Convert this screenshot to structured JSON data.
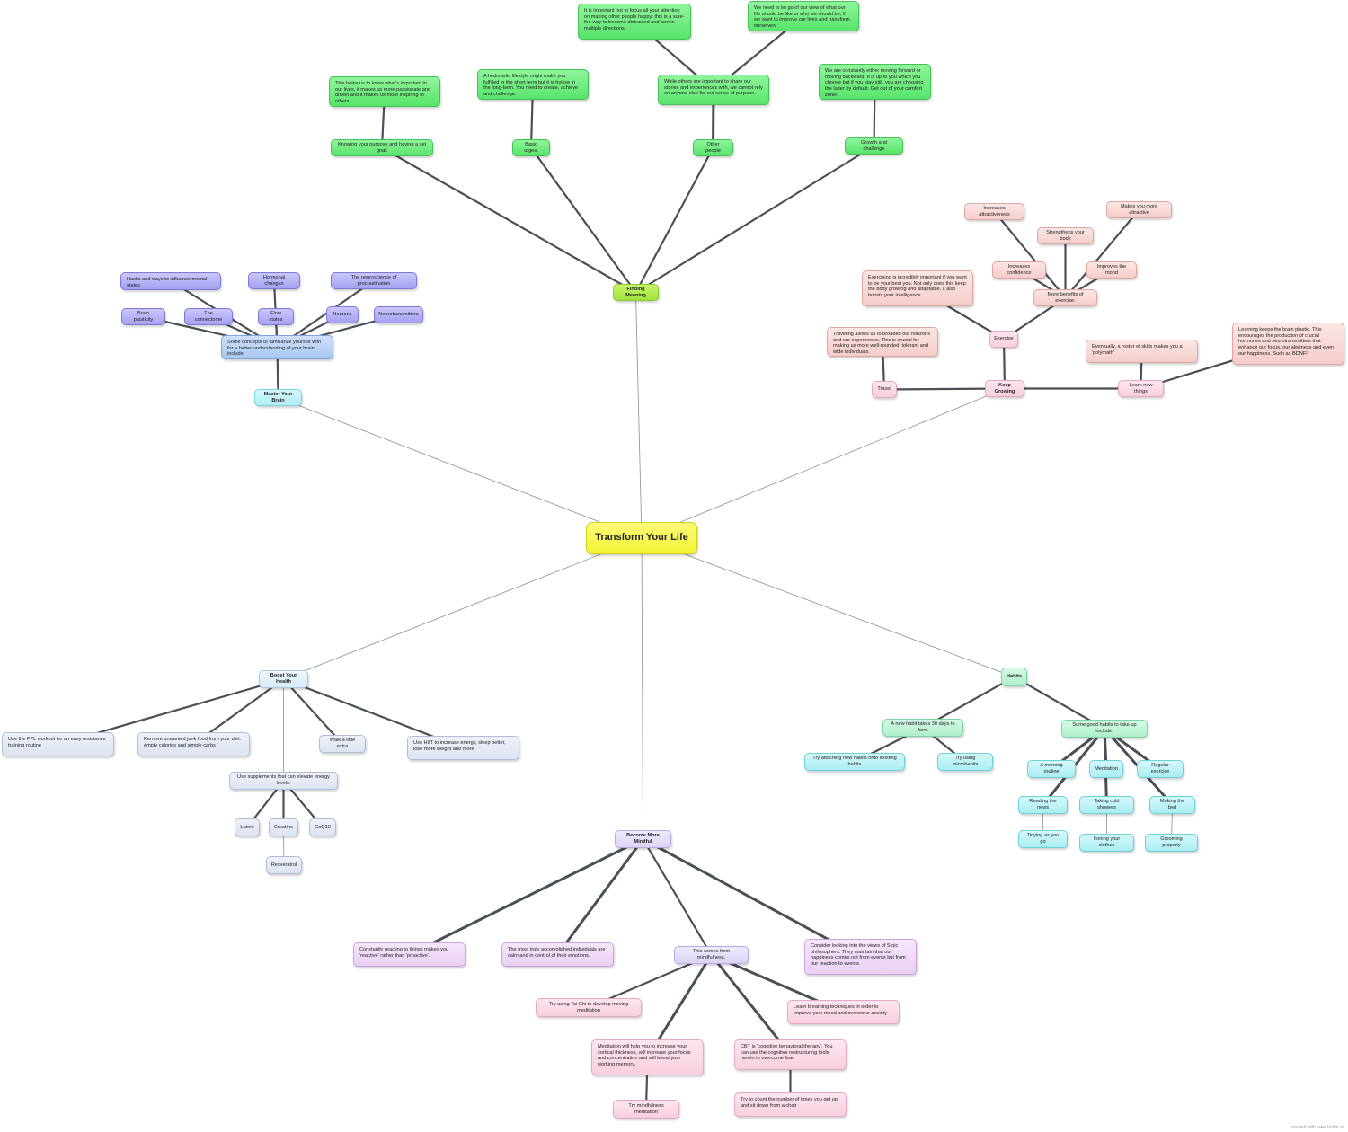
{
  "credit": "created with www.bubbl.us",
  "nodes": {
    "root": "Transform Your Life",
    "finding": "Finding Meaning",
    "purpose": "Knowing your purpose and having a set goal.",
    "purpose_d": "This helps us to know what's important in our lives, it makes us more passionate and driven and it makes us more inspiring to others.",
    "urges": "Basic urges.",
    "urges_d": "A hedonistic lifestyle might make you fulfilled in the short term but it is hollow in the long-term. You need to create, achieve and challenge.",
    "other": "Other people",
    "other_d": "While others are important to share our stories and experiences with, we cannot rely on anyone else for our sense of purpose.",
    "other_d1": "It is important not to focus all your attention on making other people happy: this is a sure-fire way to become distracted and torn in multiple directions.",
    "other_d2": "We need to let go of our view of what our life should be like or who we should be, if we want to improve our lives and transform ourselves.",
    "growth": "Growth and challenge",
    "growth_d": "We are constantly either moving forward or moving backward. It is up to you which you choose but if you stay still, you are choosing the latter by default. Get out of your comfort zone!",
    "brain": "Master Your Brain",
    "brain_c": "Some concepts to familiarize yourself with for a better understanding of your brain include:",
    "hacks": "Hacks and ways to influence mental states",
    "hormonal": "Hormonal changes",
    "procrast": "The neuroscience of procrastination",
    "plasticity": "Brain plasticity",
    "connectome": "The connectome",
    "flow": "Flow states",
    "neurons": "Neurons",
    "neurotrans": "Neurotransmitters",
    "growing": "Keep Growing",
    "travel": "Travel",
    "travel_d": "Traveling allows us to broaden our horizons and our experiences. This is crucial for making us more well-rounded, tolerant and wide individuals.",
    "exercise": "Exercise",
    "exercise_d": "Exercising is incredibly important if you want to be your best you. Not only does this keep the body growing and adaptable, it also boosts your intelligence.",
    "benefits": "More benefits of exercise:",
    "attract1": "Increases attractiveness",
    "strength": "Strengthens your body",
    "attract2": "Makes you more attractive",
    "confidence": "Increases confidence",
    "mood": "Improves the mood",
    "learn": "Learn new things",
    "learn_d1": "Eventually, a roster of skills makes you a 'polymath'",
    "learn_d2": "Learning keeps the brain plastic. This encourages the production of crucial hormones and neurotransmitters that enhance our focus, our alertness and even our happiness. Such as BDNF!",
    "health": "Boost Your Health",
    "ppl": "Use the PPL workout for an easy resistance training routine",
    "junk": "Remove unwanted junk food from your diet: empty calories and simple carbs",
    "walk": "Walk a little extra",
    "hiit": "Use HIIT to increase energy, sleep better, lose more weight and more",
    "supps": "Use supplements that can elevate energy levels.",
    "lutein": "Lutein",
    "creatine": "Creatine",
    "coq10": "CoQ10",
    "resveratrol": "Resveratrol",
    "habits": "Habits",
    "newhabit": "A new habit takes 30 days to form",
    "attach": "Try attaching new habits onto existing habits",
    "micro": "Try using microhabits",
    "good": "Some good habits to take up include:",
    "morning": "A morning routine",
    "meditation": "Meditation",
    "regular": "Regular exercise",
    "reading": "Reading the news",
    "cold": "Taking cold showers",
    "bed": "Making the bed",
    "tidying": "Tidying as you go",
    "ironing": "Ironing your clothes",
    "grooming": "Grooming properly",
    "mindful": "Become More Mindful",
    "reactive": "Constantly reacting to things makes you 'reactive' rather than 'proactive'.",
    "calm": "The most truly accomplished individuals are calm and in control of their emotions.",
    "comes": "This comes from mindfulness.",
    "stoic": "Consider looking into the views of Stoic philosophers. They maintain that our happiness comes not from events but from our reaction to events.",
    "taichi": "Try using Tai Chi to develop moving meditation",
    "breathing": "Learn breathing techniques in order to improve your mood and overcome anxiety",
    "medit_d": "Meditation will help you to increase your cortical thickness, will increase your focus and concentration and will boost your working memory.",
    "cbt": "CBT is 'cognitive behavioral therapy'. You can use the cognitive restructuring tools herein to overcome fear.",
    "mindfulmed": "Try mindfulness meditation",
    "count": "Try to count the number of times you get up and sit down from a chair"
  }
}
